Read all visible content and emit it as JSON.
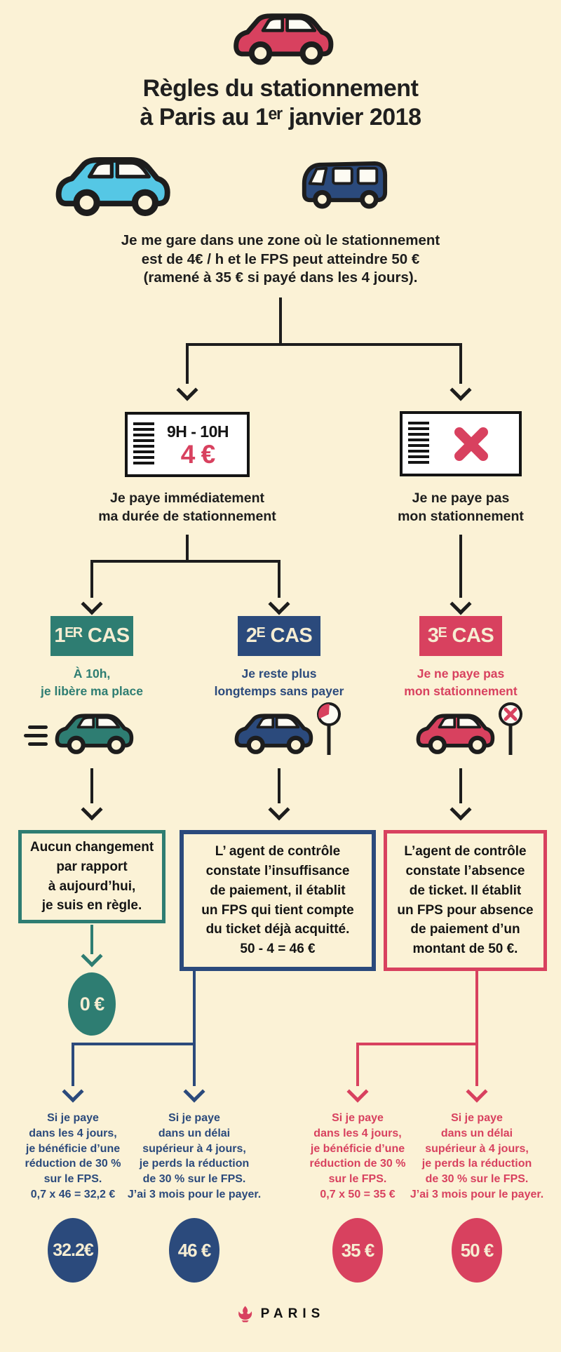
{
  "colors": {
    "background": "#FBF2D6",
    "black": "#1D1D1D",
    "red": "#D8415F",
    "navy": "#2B4A7C",
    "teal": "#2E7D72",
    "cyan": "#55C7E5",
    "cream_text": "#F6EDD2"
  },
  "header": {
    "title_line1": "Règles du stationnement",
    "title_line2": "à Paris au 1ᵉʳ janvier 2018"
  },
  "intro": {
    "line1": "Je me gare dans une zone où le stationnement",
    "line2": "est de 4€ / h et le FPS peut atteindre 50 €",
    "line3": "(ramené à 35 € si payé dans les 4 jours)."
  },
  "branch_paid": {
    "ticket_time": "9H - 10H",
    "ticket_price": "4 €",
    "caption_line1": "Je paye immédiatement",
    "caption_line2": "ma durée de stationnement"
  },
  "branch_unpaid": {
    "caption_line1": "Je ne paye pas",
    "caption_line2": "mon stationnement"
  },
  "cases": [
    {
      "label": "1ᴱᴿ CAS",
      "subtitle_line1": "À 10h,",
      "subtitle_line2": "je libère ma place",
      "box_lines": [
        "Aucun changement",
        "par rapport",
        "à aujourd’hui,",
        "je suis en règle."
      ],
      "result": "0 €"
    },
    {
      "label": "2ᴱ CAS",
      "subtitle_line1": "Je reste plus",
      "subtitle_line2": "longtemps sans payer",
      "box_lines": [
        "L’ agent de contrôle",
        "constate l’insuffisance",
        "de paiement, il établit",
        "un FPS qui tient compte",
        "du ticket déjà acquitté.",
        "50 - 4 = 46 €"
      ]
    },
    {
      "label": "3ᴱ CAS",
      "subtitle_line1": "Je ne paye pas",
      "subtitle_line2": "mon stationnement",
      "box_lines": [
        "L’agent de contrôle",
        "constate l’absence",
        "de ticket. Il établit",
        "un FPS pour absence",
        "de paiement d’un",
        "montant de 50 €."
      ]
    }
  ],
  "outcomes": [
    {
      "lines": [
        "Si je paye",
        "dans les 4 jours,",
        "je bénéficie d’une",
        "réduction de 30 %",
        "sur le FPS.",
        "0,7 x 46 = 32,2 €"
      ],
      "amount": "32.2€"
    },
    {
      "lines": [
        "Si je paye",
        "dans un délai",
        "supérieur à 4 jours,",
        "je perds la réduction",
        "de 30 % sur le FPS.",
        "J’ai 3 mois pour le payer."
      ],
      "amount": "46 €"
    },
    {
      "lines": [
        "Si je paye",
        "dans les 4 jours,",
        "je bénéficie d’une",
        "réduction de 30 %",
        "sur le FPS.",
        "0,7 x 50 = 35 €"
      ],
      "amount": "35 €"
    },
    {
      "lines": [
        "Si je paye",
        "dans un délai",
        "supérieur à 4 jours,",
        "je perds la réduction",
        "de 30 % sur le FPS.",
        "J’ai 3 mois pour le payer."
      ],
      "amount": "50 €"
    }
  ],
  "footer": {
    "brand": "PARIS"
  }
}
